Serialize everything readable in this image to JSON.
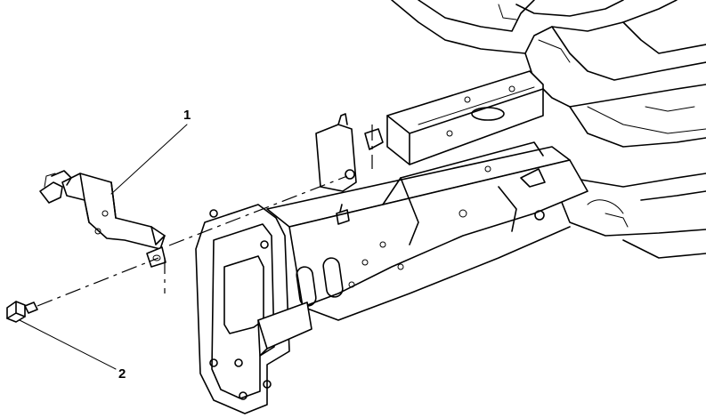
{
  "callouts": [
    {
      "number": "1",
      "part": "bracket"
    },
    {
      "number": "2",
      "part": "bolt"
    }
  ]
}
